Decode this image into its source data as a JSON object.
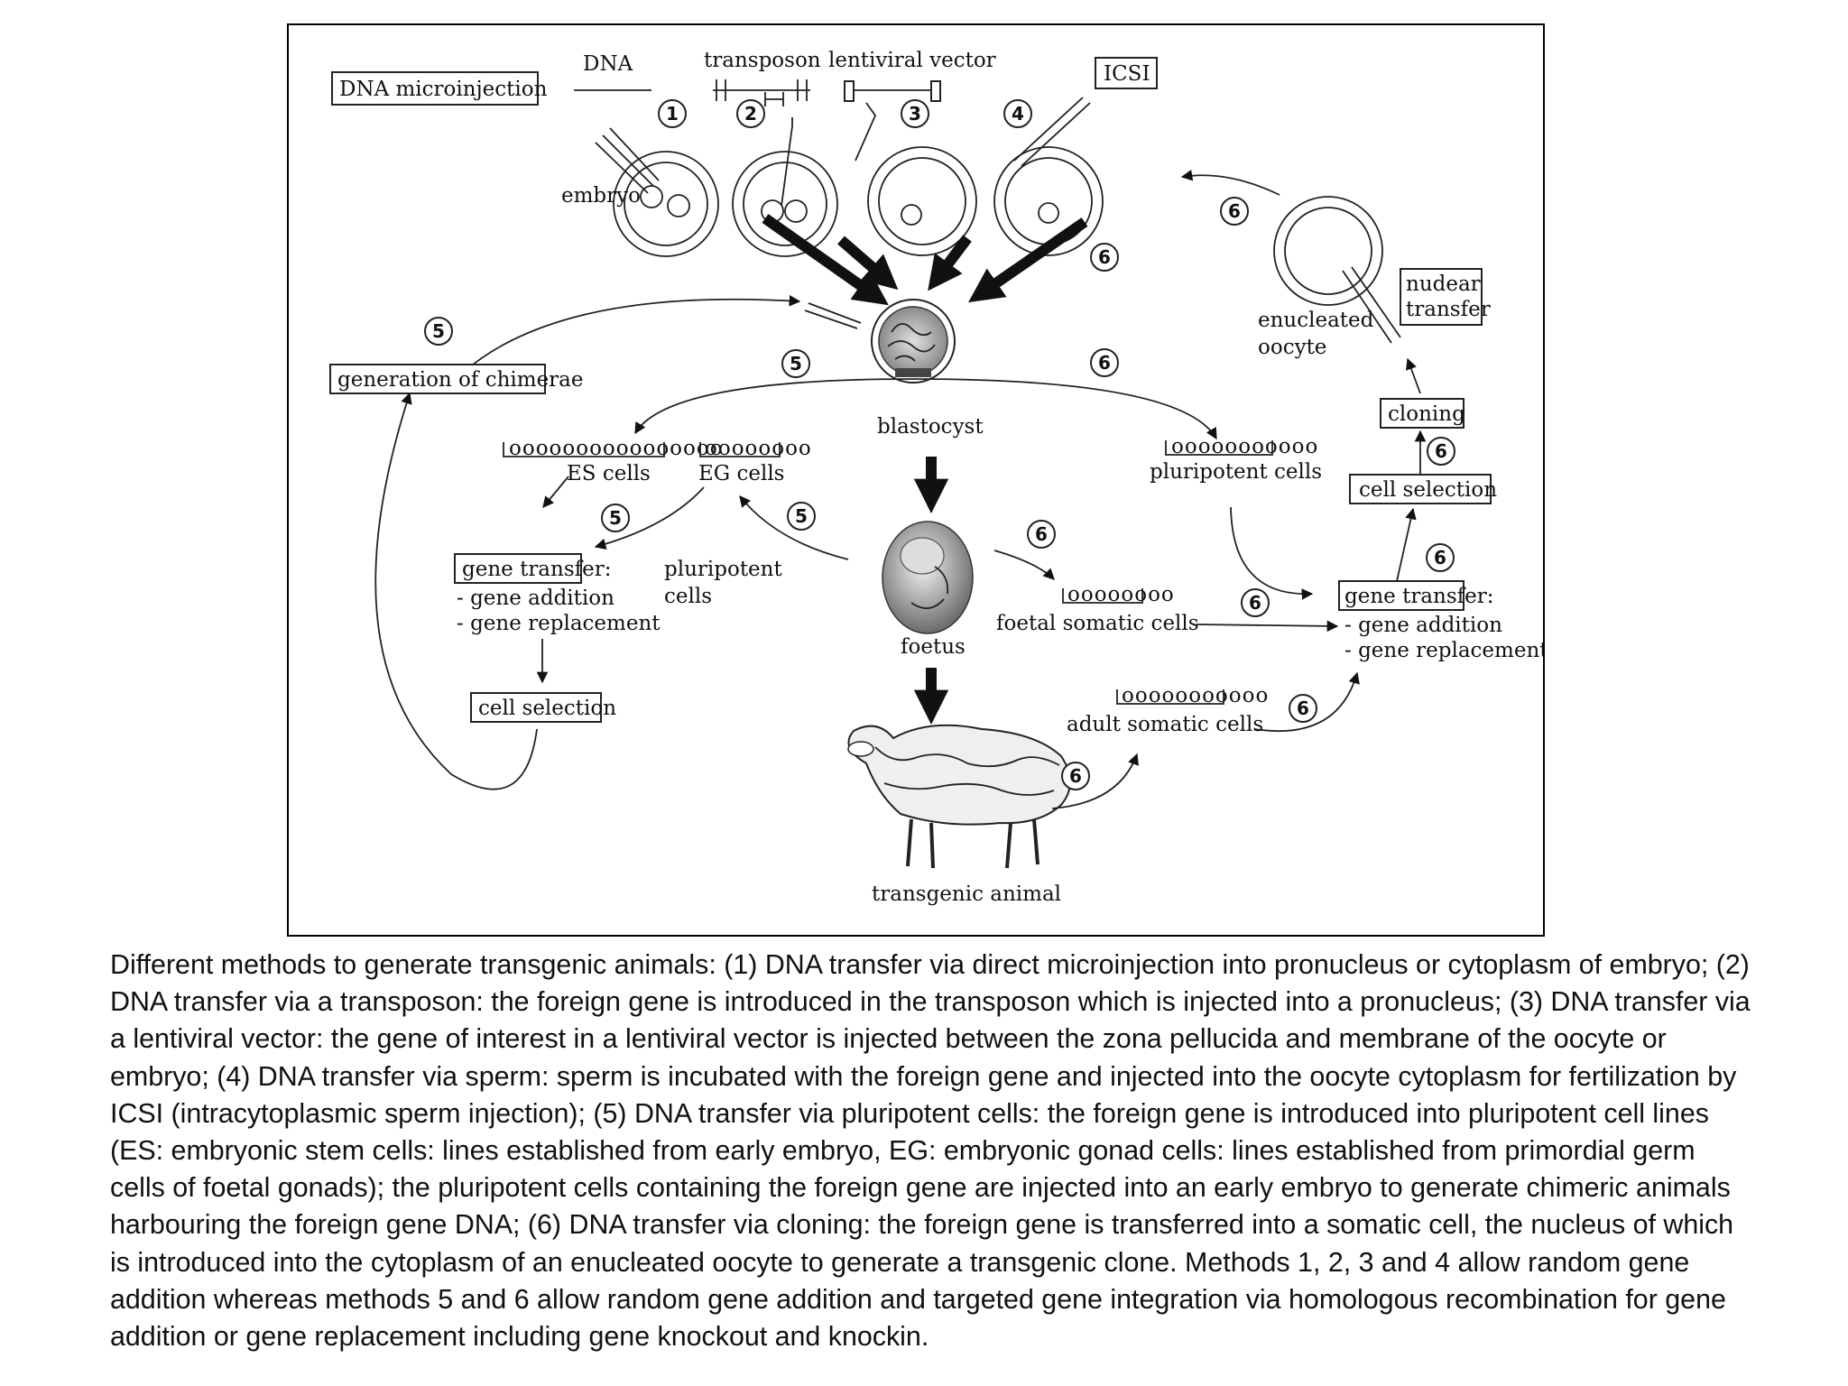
{
  "diagram": {
    "labels": {
      "dna_microinjection": "DNA microinjection",
      "dna": "DNA",
      "transposon": "transposon",
      "lentiviral_vector": "lentiviral vector",
      "icsi": "ICSI",
      "embryo": "embryo",
      "nuclear_transfer_1": "nudear",
      "nuclear_transfer_2": "transfer",
      "enucleated_1": "enucleated",
      "enucleated_2": "oocyte",
      "generation_of_chimerae": "generation of chimerae",
      "blastocyst": "blastocyst",
      "cloning": "cloning",
      "es_cells": "ES cells",
      "eg_cells": "EG cells",
      "pluripotent_cells_right": "pluripotent cells",
      "cell_selection_right": "cell selection",
      "gene_transfer_left": "gene transfer:",
      "gene_addition_left": "- gene addition",
      "gene_replacement_left": "- gene replacement",
      "pluripotent_1": "pluripotent",
      "pluripotent_2": "cells",
      "foetus": "foetus",
      "foetal_somatic_cells": "foetal somatic cells",
      "gene_transfer_right": "gene transfer:",
      "gene_addition_right": "- gene addition",
      "gene_replacement_right": "- gene replacement",
      "cell_selection_left": "cell selection",
      "adult_somatic_cells": "adult somatic cells",
      "transgenic_animal": "transgenic animal"
    },
    "method_numbers": {
      "one": "1",
      "two": "2",
      "three": "3",
      "four": "4",
      "five": "5",
      "six": "6"
    }
  },
  "caption": "Different methods to generate transgenic animals: (1) DNA transfer via direct microinjection into pronucleus or cytoplasm of embryo; (2) DNA transfer via a transposon: the foreign gene is introduced in the transposon which is injected into a pronucleus; (3) DNA transfer via a lentiviral vector: the gene of interest in a lentiviral vector is injected between the zona pellucida and membrane of the oocyte or embryo; (4) DNA transfer via sperm: sperm is incubated with the foreign gene and injected into the oocyte cytoplasm for fertilization by ICSI (intracytoplasmic sperm injection); (5) DNA transfer via pluripotent cells: the foreign gene is introduced into pluripotent cell lines (ES: embryonic stem cells: lines established from early embryo, EG: embryonic gonad cells: lines established from primordial germ cells of foetal gonads); the pluripotent cells containing the foreign gene are injected into an early embryo to generate chimeric animals harbouring the foreign gene DNA; (6) DNA transfer via cloning: the foreign gene is transferred into a somatic cell, the nucleus of which is introduced into the cytoplasm of an enucleated oocyte to generate a transgenic clone. Methods 1, 2, 3 and 4 allow random gene addition whereas methods 5 and 6 allow random gene addition and targeted gene integration via homologous recombination for gene addition or gene replacement including gene knockout and knockin."
}
